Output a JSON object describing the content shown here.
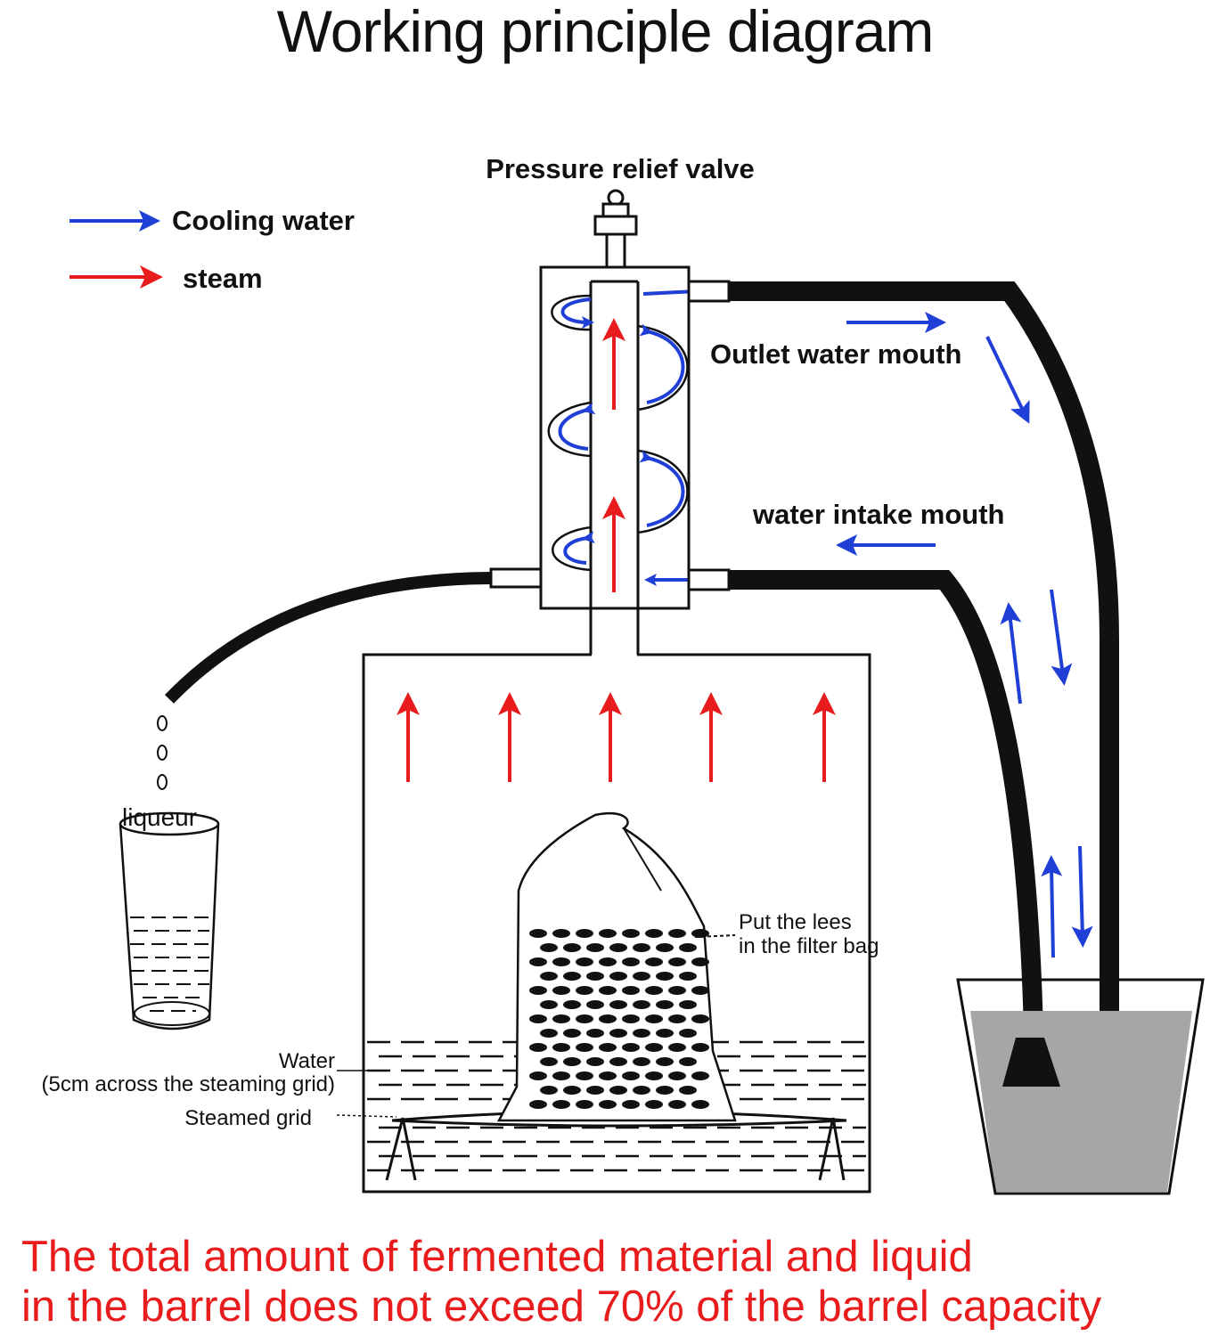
{
  "title": "Working principle diagram",
  "legend": {
    "cooling_water": "Cooling water",
    "steam": "steam",
    "cooling_water_color": "#1f3fd6",
    "steam_color": "#e81c1c"
  },
  "labels": {
    "pressure_relief_valve": "Pressure relief valve",
    "outlet_water_mouth": "Outlet water mouth",
    "water_intake_mouth": "water intake mouth",
    "liqueur": "liqueur",
    "lees_line1": "Put the lees",
    "lees_line2": "in the filter bag",
    "water_line1": "Water",
    "water_line2": "(5cm across the steaming grid)",
    "steamed_grid": "Steamed grid"
  },
  "warning": {
    "line1": "The total amount of fermented material and liquid",
    "line2": "in the barrel does not exceed 70% of the barrel capacity"
  }
}
